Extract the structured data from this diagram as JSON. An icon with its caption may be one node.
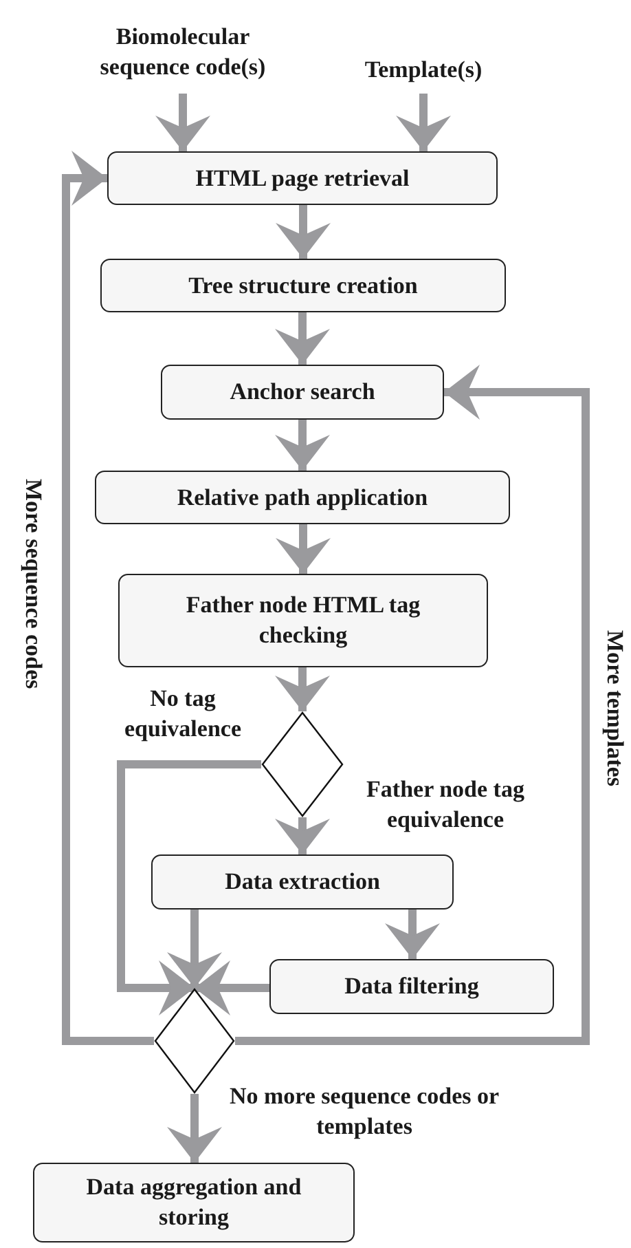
{
  "diagram": {
    "nodes": [
      {
        "text": [
          "Biomolecular sequence code(s)"
        ]
      },
      {
        "text": [
          "Template(s)"
        ]
      },
      {
        "text": [
          "HTML page retrieval"
        ]
      },
      {
        "text": [
          "Tree structure creation"
        ]
      },
      {
        "text": [
          "Anchor search"
        ]
      },
      {
        "text": [
          "Relative path application"
        ]
      },
      {
        "text": [
          "Father node HTML tag checking"
        ]
      },
      {
        "text": [],
        "shape": "diamond"
      },
      {
        "text": [
          "Data extraction"
        ]
      },
      {
        "text": [
          "Data filtering"
        ]
      },
      {
        "text": [],
        "shape": "diamond"
      },
      {
        "text": [
          "Data aggregation and storing"
        ]
      }
    ],
    "edges": [
      {
        "from": 0,
        "to": 2,
        "arrow": "to"
      },
      {
        "from": 1,
        "to": 2,
        "arrow": "to"
      },
      {
        "from": 2,
        "to": 3,
        "arrow": "to"
      },
      {
        "from": 3,
        "to": 4,
        "arrow": "to"
      },
      {
        "from": 4,
        "to": 5,
        "arrow": "to"
      },
      {
        "from": 5,
        "to": 6,
        "arrow": "to"
      },
      {
        "from": 6,
        "to": 7,
        "arrow": "to"
      },
      {
        "from": 7,
        "to": 8,
        "arrow": "to",
        "label": "Father node tag equivalence"
      },
      {
        "from": 7,
        "to": 10,
        "arrow": "to",
        "label": "No tag equivalence"
      },
      {
        "from": 8,
        "to": 10,
        "arrow": "to"
      },
      {
        "from": 8,
        "to": 9,
        "arrow": "to"
      },
      {
        "from": 9,
        "to": 10,
        "arrow": "to"
      },
      {
        "from": 10,
        "to": 2,
        "arrow": "to",
        "label": "More sequence codes"
      },
      {
        "from": 10,
        "to": 4,
        "arrow": "to",
        "label": "More templates"
      },
      {
        "from": 10,
        "to": 11,
        "arrow": "to",
        "label": "No more sequence codes or templates"
      }
    ]
  }
}
